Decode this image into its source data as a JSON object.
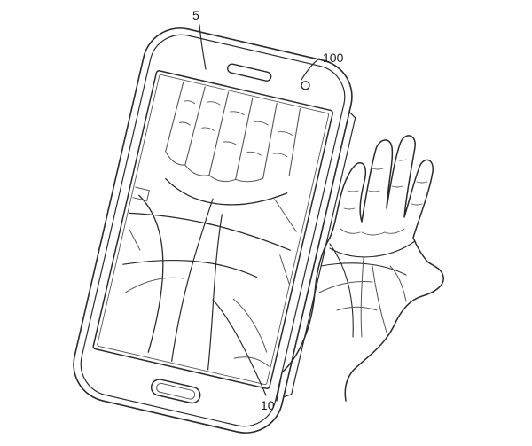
{
  "figure": {
    "labels": {
      "display_ref": "5",
      "device_ref": "100",
      "palm_image_ref": "10"
    },
    "line_color": "#2b2b2b",
    "background": "#ffffff"
  }
}
